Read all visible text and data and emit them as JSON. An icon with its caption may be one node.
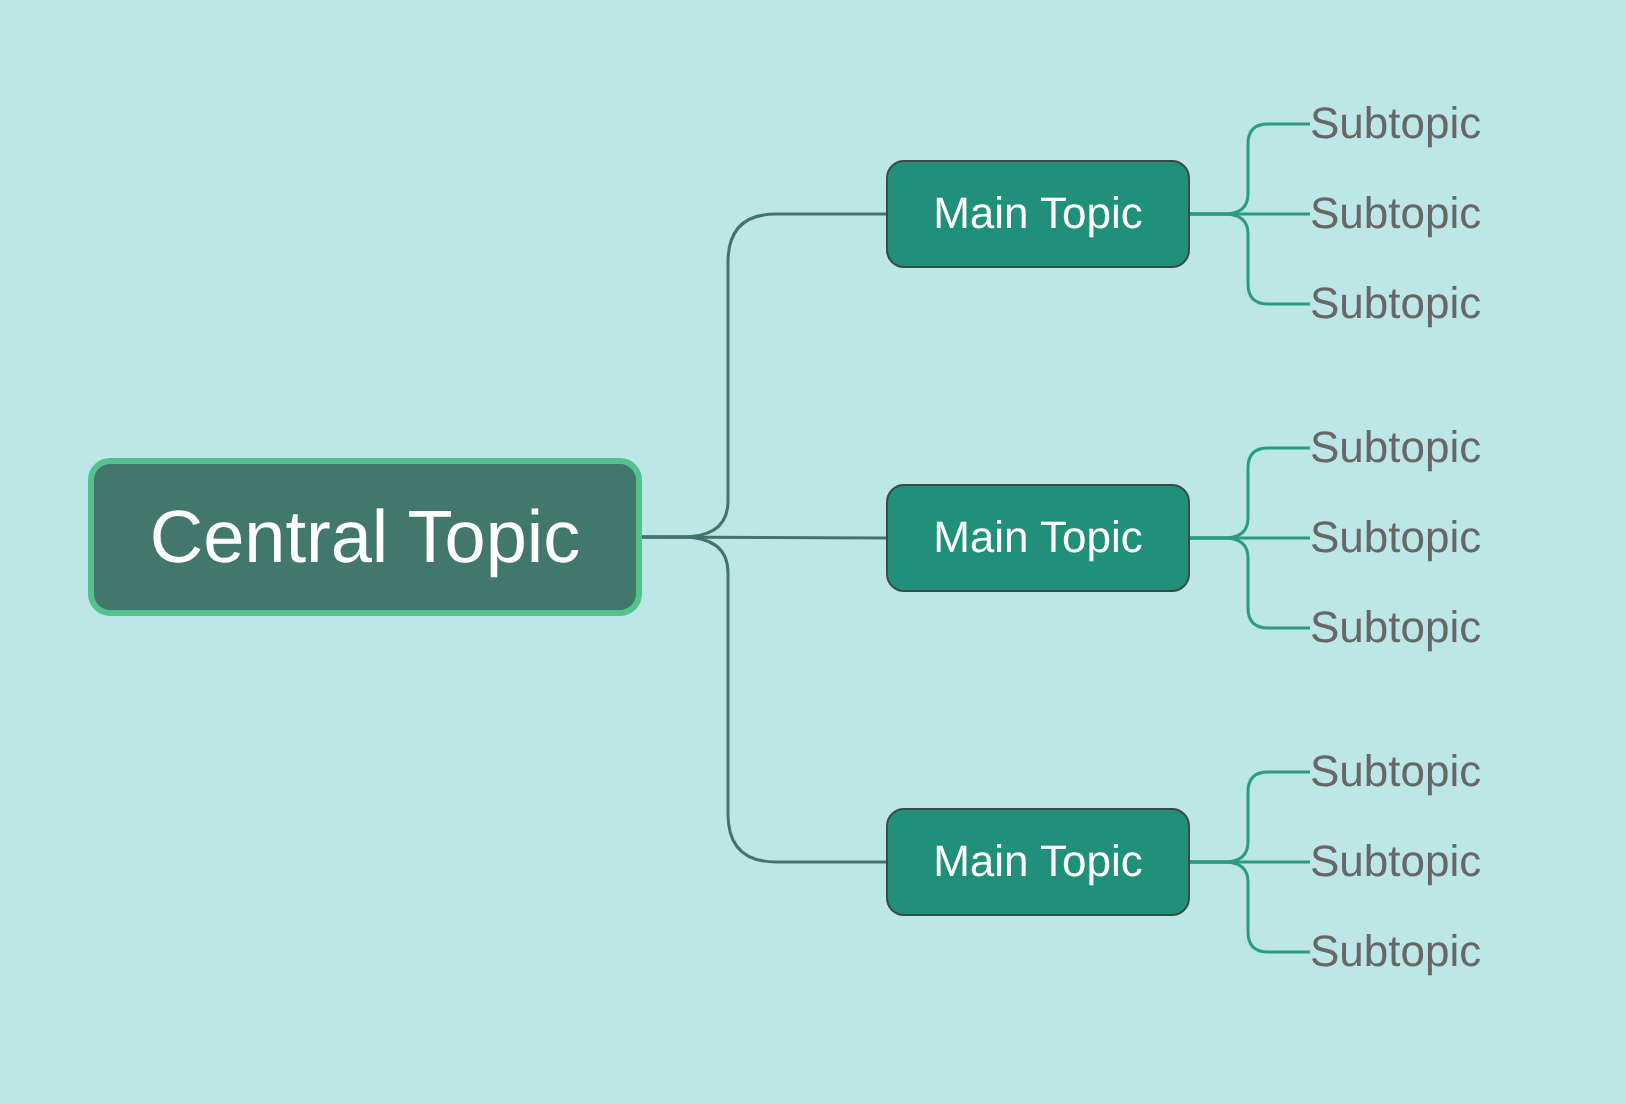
{
  "diagram": {
    "nodes": [
      {
        "text": [
          "Central Topic"
        ]
      },
      {
        "text": [
          "Main Topic"
        ]
      },
      {
        "text": [
          "Subtopic"
        ]
      },
      {
        "text": [
          "Subtopic"
        ]
      },
      {
        "text": [
          "Subtopic"
        ]
      },
      {
        "text": [
          "Main Topic"
        ]
      },
      {
        "text": [
          "Subtopic"
        ]
      },
      {
        "text": [
          "Subtopic"
        ]
      },
      {
        "text": [
          "Subtopic"
        ]
      },
      {
        "text": [
          "Main Topic"
        ]
      },
      {
        "text": [
          "Subtopic"
        ]
      },
      {
        "text": [
          "Subtopic"
        ]
      },
      {
        "text": [
          "Subtopic"
        ]
      }
    ],
    "edges": [
      {
        "from": 0,
        "to": 1,
        "arrow": "none",
        "color": "#41756b"
      },
      {
        "from": 0,
        "to": 5,
        "arrow": "none",
        "color": "#41756b"
      },
      {
        "from": 0,
        "to": 9,
        "arrow": "none",
        "color": "#41756b"
      },
      {
        "from": 1,
        "to": 2,
        "arrow": "none"
      },
      {
        "from": 1,
        "to": 3,
        "arrow": "none"
      },
      {
        "from": 1,
        "to": 4,
        "arrow": "none"
      },
      {
        "from": 5,
        "to": 6,
        "arrow": "none"
      },
      {
        "from": 5,
        "to": 7,
        "arrow": "none"
      },
      {
        "from": 5,
        "to": 8,
        "arrow": "none"
      },
      {
        "from": 9,
        "to": 10,
        "arrow": "none"
      },
      {
        "from": 9,
        "to": 11,
        "arrow": "none"
      },
      {
        "from": 9,
        "to": 12,
        "arrow": "none"
      }
    ]
  }
}
